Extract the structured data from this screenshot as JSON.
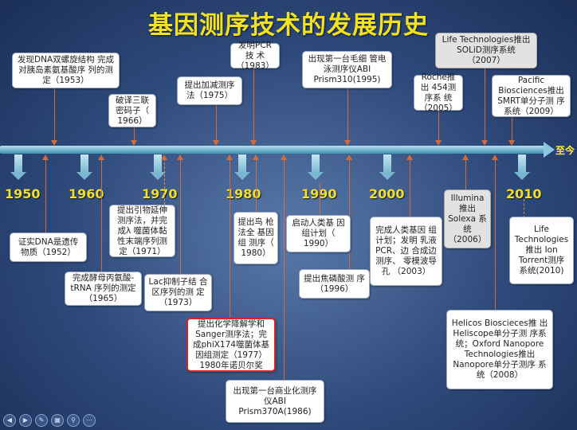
{
  "title": "基因测序技术的发展历史",
  "axis_end_label": "至今",
  "decades": [
    "1950",
    "1960",
    "1970",
    "1980",
    "1990",
    "2000",
    "2010"
  ],
  "events": {
    "e1953": "发现DNA双螺旋结构 完成对胰岛素氨基酸序 列的测定（1953）",
    "e1966": "破译三联 密码子（ 1966）",
    "e1975": "提出加减测序 法（1975）",
    "e1983": "发明PCR技 术（1983）",
    "e1995": "出现第一台毛细 管电泳测序仪ABI Prism310(1995)",
    "e2005": "Roche推出 454测序系 统（2005）",
    "e2007": "Life Technologies推出 SOLiD测序系统 （2007）",
    "e2009": "Pacific Biosciences推出 SMRT单分子测 序系统（2009）",
    "e1952": "证实DNA是遗传 物质（1952）",
    "e1965": "完成酵母丙氨酸- tRNA 序列的测定 （1965）",
    "e1971": "提出引物延伸 测序法，并完 成λ 噬菌体黏 性末端序列测 定（1971）",
    "e1973": "Lac抑制子结 合区序列的测 定（1973）",
    "e1977": "提出化学降解学和 Sanger测序法；完 成phiX174噬菌体基 因组测定（1977） 1980年诺贝尔奖",
    "e1980": "提出鸟 枪法全 基因组 测序（ 1980）",
    "e1986": "出现第一台商业化测序 仪ABI Prism370A(1986)",
    "e1990": "启动人类基 因组计划（ 1990）",
    "e1996": "提出焦磷酸测 序（1996）",
    "e2003": "完成人类基因 组计划；发明 乳液PCR、边 合成边测序、 零模波导孔 （2003）",
    "e2006": "Illumina 推出 Solexa 系统 （2006）",
    "e2010": "Life Technologies推出 Ion Torrent测序 系统(2010)",
    "e2008": "Helicos Bioscieces推 出Heliscope单分子测 序系统；Oxford Nanopore Technologies推出 Nanopore单分子测序 系统（2008）"
  },
  "toolbar": [
    "back",
    "forward",
    "pen",
    "options",
    "zoom",
    "more"
  ]
}
